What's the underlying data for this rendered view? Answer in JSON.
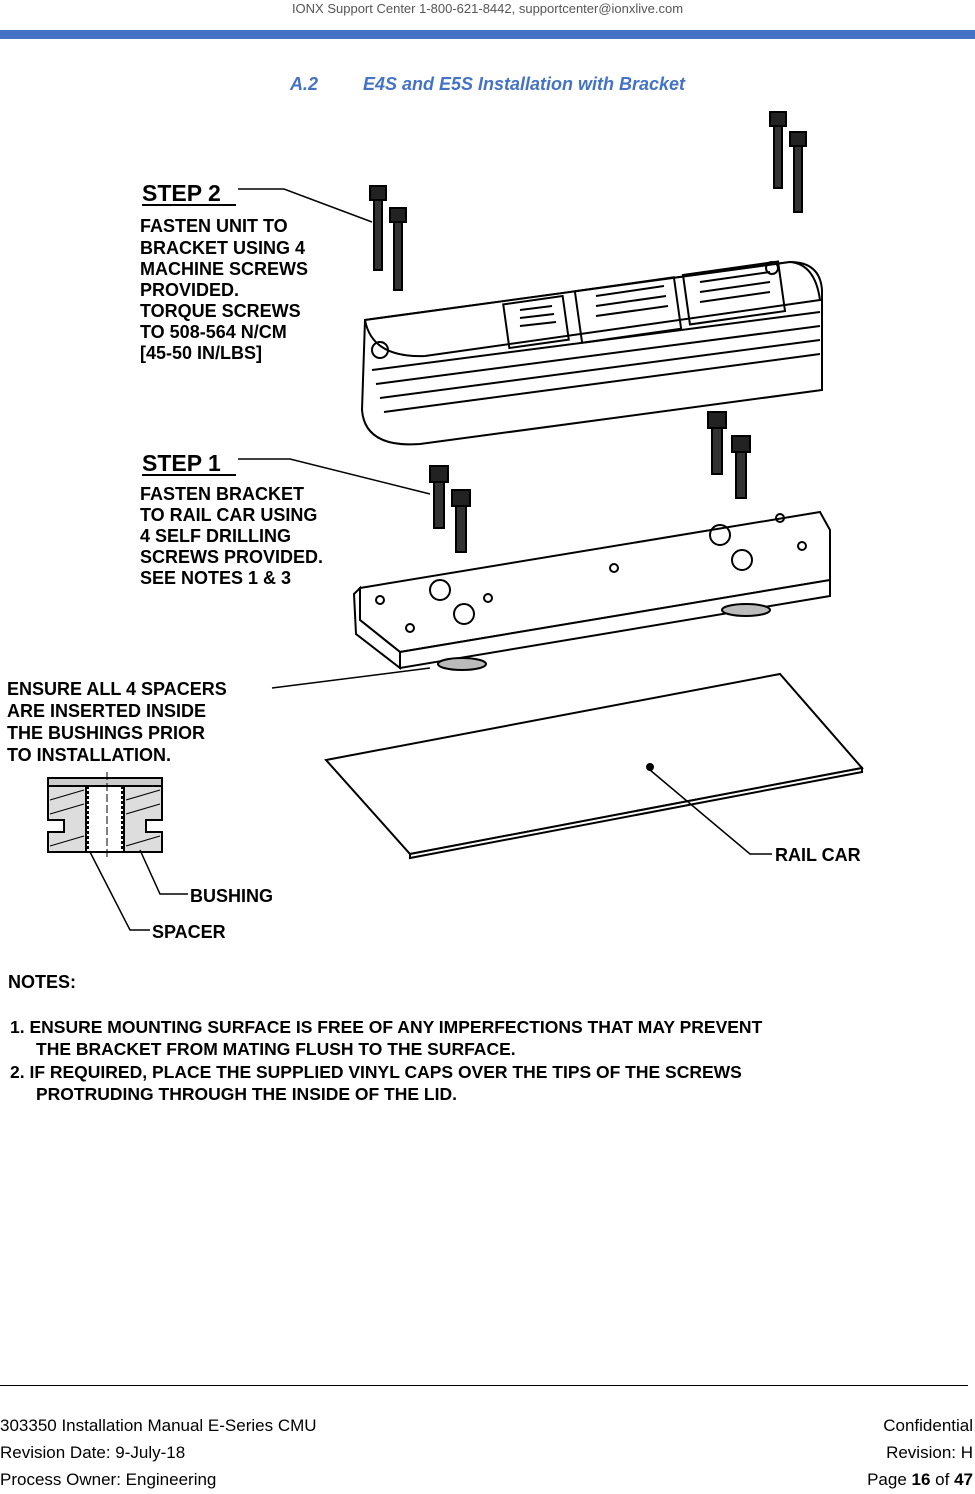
{
  "header": {
    "support_line": "IONX Support Center 1-800-621-8442, supportcenter@ionxlive.com",
    "accent_color": "#4472c4"
  },
  "section": {
    "number": "A.2",
    "title": "E4S and E5S Installation with Bracket"
  },
  "figure": {
    "step2": {
      "heading": "STEP 2",
      "lines": [
        "FASTEN UNIT TO",
        "BRACKET USING 4",
        "MACHINE SCREWS",
        "PROVIDED.",
        "TORQUE SCREWS",
        "TO 508-564 N/CM",
        "[45-50 IN/LBS]"
      ]
    },
    "step1": {
      "heading": "STEP 1",
      "lines": [
        "FASTEN BRACKET",
        "TO RAIL CAR USING",
        "4 SELF DRILLING",
        "SCREWS PROVIDED.",
        "SEE NOTES 1 & 3"
      ]
    },
    "spacers_note": [
      "ENSURE ALL 4 SPACERS",
      "ARE INSERTED INSIDE",
      "THE BUSHINGS PRIOR",
      "TO INSTALLATION."
    ],
    "rail_car_label": "RAIL CAR",
    "bushing_label": "BUSHING",
    "spacer_label": "SPACER"
  },
  "notes": {
    "heading": "NOTES:",
    "items": [
      [
        "1. ENSURE MOUNTING SURFACE IS FREE OF ANY IMPERFECTIONS THAT MAY PREVENT",
        "THE BRACKET FROM MATING FLUSH TO THE SURFACE."
      ],
      [
        "2. IF REQUIRED, PLACE THE SUPPLIED VINYL CAPS OVER THE TIPS OF THE SCREWS",
        "PROTRUDING THROUGH THE INSIDE OF THE LID."
      ]
    ]
  },
  "footer": {
    "doc": "303350 Installation Manual E-Series CMU",
    "classification": "Confidential",
    "revision_date": "Revision Date: 9-July-18",
    "revision": "Revision: H",
    "owner": "Process Owner:  Engineering",
    "page_prefix": "Page ",
    "page_current": "16",
    "page_of": " of ",
    "page_total": "47"
  }
}
